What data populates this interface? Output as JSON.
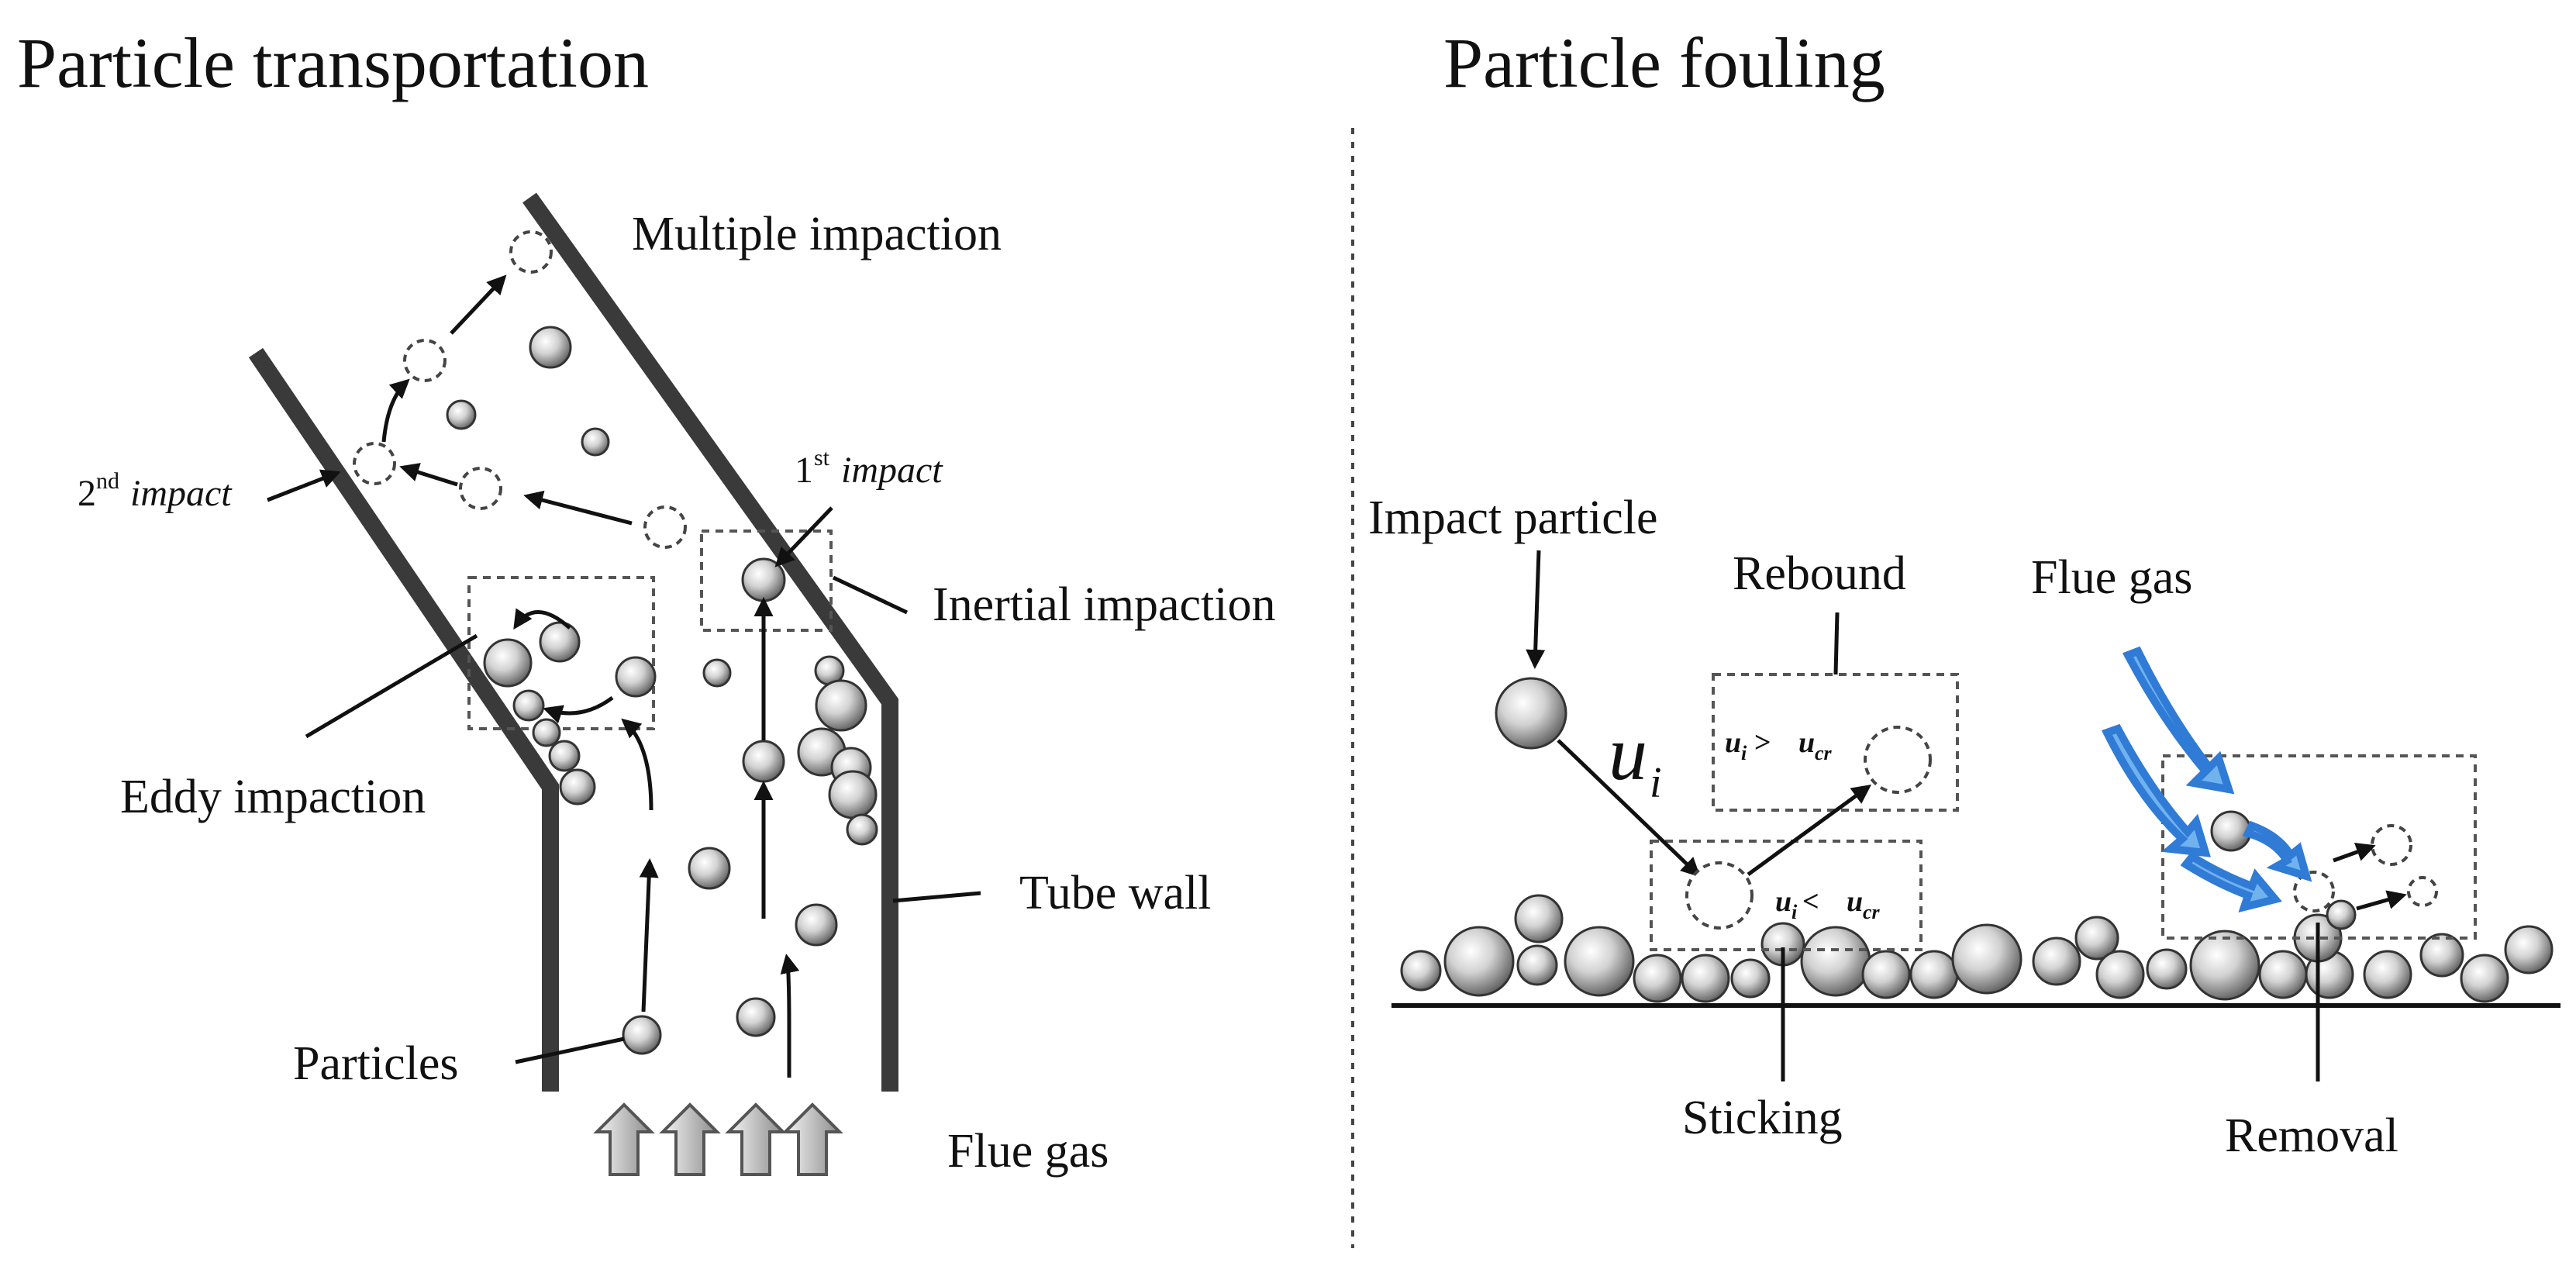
{
  "left_panel": {
    "title": "Particle transportation",
    "labels": {
      "multiple": "Multiple impaction",
      "second_num": "2",
      "second_sup": "nd",
      "second_word": "impact",
      "first_num": "1",
      "first_sup": "st",
      "first_word": "impact",
      "inertial": "Inertial impaction",
      "eddy": "Eddy  impaction",
      "tube_wall": "Tube wall",
      "particles": "Particles",
      "flue_gas": "Flue gas"
    }
  },
  "right_panel": {
    "title": "Particle fouling",
    "labels": {
      "impact_particle": "Impact particle",
      "rebound": "Rebound",
      "flue_gas": "Flue gas",
      "ui_symbol": "u",
      "ui_sub": "i",
      "rebound_cond_u1": "u",
      "rebound_cond_s1": "i",
      "rebound_cond_op": " > ",
      "rebound_cond_u2": "u",
      "rebound_cond_s2": "cr",
      "stick_cond_u1": "u",
      "stick_cond_s1": "i",
      "stick_cond_op": " < ",
      "stick_cond_u2": "u",
      "stick_cond_s2": "cr",
      "sticking": "Sticking",
      "removal": "Removal"
    }
  },
  "colors": {
    "wall": "#3a3a3a",
    "flow_arrow_blue": "#4a9be6",
    "particle_gray": "#9a9a9a"
  }
}
